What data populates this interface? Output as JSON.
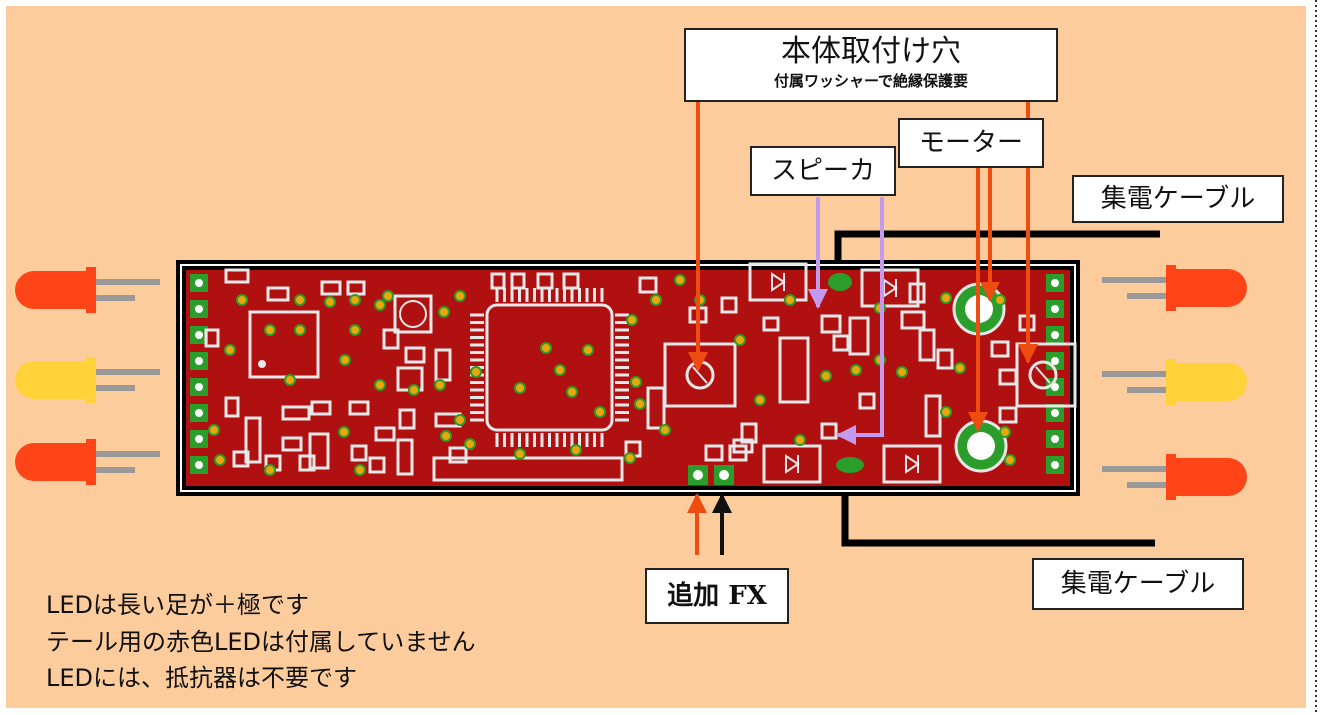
{
  "title": {
    "main": "本体取付け穴",
    "sub": "付属ワッシャーで絶縁保護要"
  },
  "labels": {
    "speaker": "スピーカ",
    "motor": "モーター",
    "pickup_top": "集電ケーブル",
    "pickup_bottom": "集電ケーブル",
    "fx": "追加 FX"
  },
  "notes": [
    "LEDは長い足が＋極です",
    "テール用の赤色LEDは付属していません",
    "LEDには、抵抗器は不要です"
  ],
  "colors": {
    "background": "#fdcc9c",
    "board": "#b01010",
    "silkscreen": "#e8e8e8",
    "led_red": "#ff4418",
    "led_yellow": "#ffd23a",
    "arrow_orange": "#ee4c10",
    "arrow_lilac": "#c39af0",
    "pad_green": "#2a9d2a"
  }
}
